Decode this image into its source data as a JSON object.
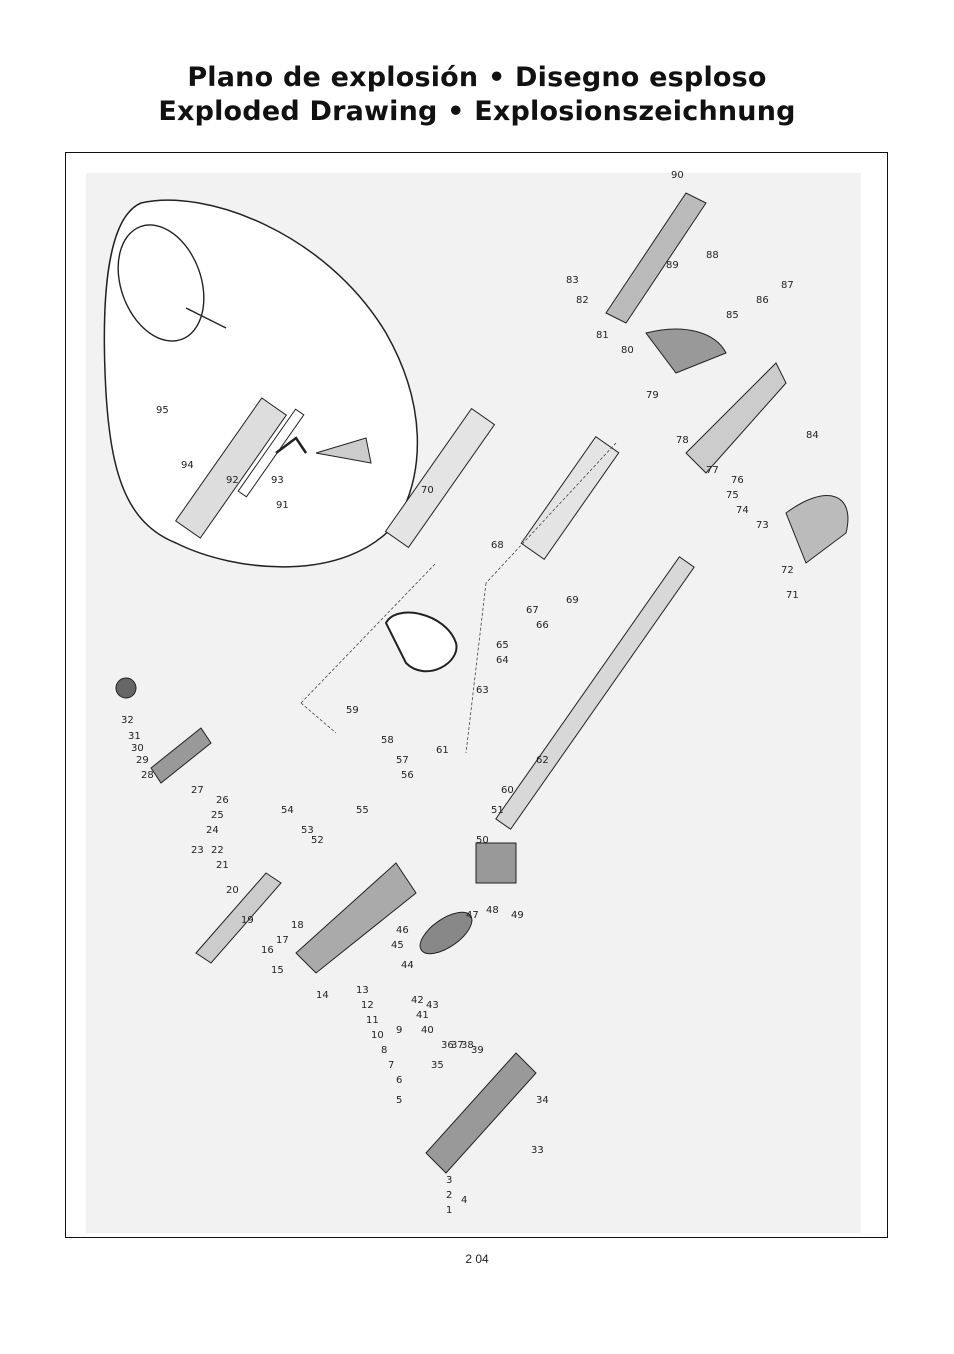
{
  "title_line1": "Plano de explosión • Disegno esploso",
  "title_line2": "Exploded Drawing • Explosionszeichnung",
  "page_number": "2 04",
  "part_numbers": [
    "1",
    "2",
    "3",
    "4",
    "5",
    "6",
    "7",
    "8",
    "9",
    "10",
    "11",
    "12",
    "13",
    "14",
    "15",
    "16",
    "17",
    "18",
    "19",
    "20",
    "21",
    "22",
    "23",
    "24",
    "25",
    "26",
    "27",
    "28",
    "29",
    "30",
    "31",
    "32",
    "33",
    "34",
    "35",
    "36",
    "37",
    "38",
    "39",
    "40",
    "41",
    "42",
    "43",
    "44",
    "45",
    "46",
    "47",
    "48",
    "49",
    "50",
    "51",
    "52",
    "53",
    "54",
    "55",
    "56",
    "57",
    "58",
    "59",
    "60",
    "61",
    "62",
    "63",
    "64",
    "65",
    "66",
    "67",
    "68",
    "69",
    "70",
    "71",
    "72",
    "73",
    "74",
    "75",
    "76",
    "77",
    "78",
    "79",
    "80",
    "81",
    "82",
    "83",
    "84",
    "85",
    "86",
    "87",
    "88",
    "89",
    "90",
    "91",
    "92",
    "93",
    "94",
    "95"
  ]
}
